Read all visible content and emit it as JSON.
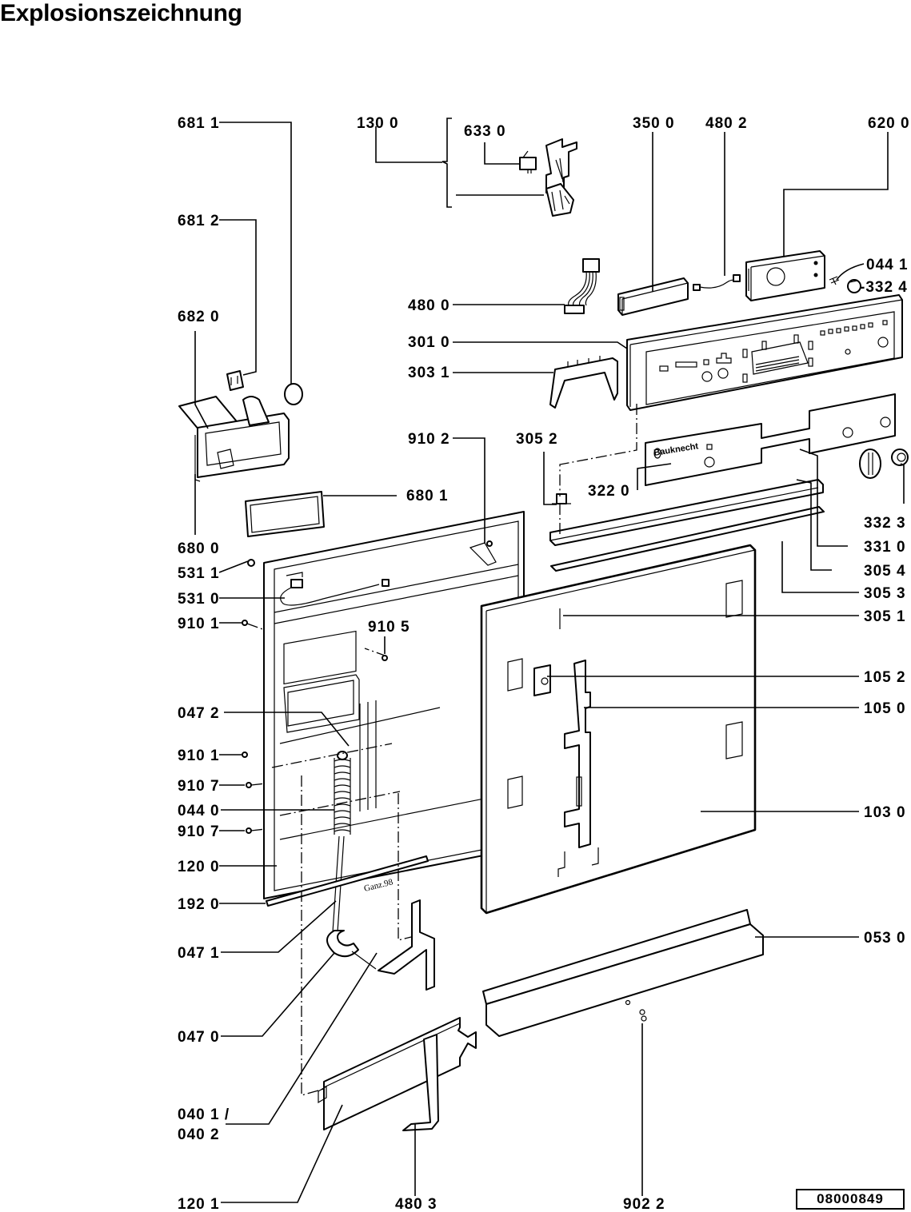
{
  "page": {
    "title": "Explosionszeichnung",
    "document_number": "08000849"
  },
  "diagram": {
    "type": "exploded-view parts diagram",
    "brand_on_panel": "Bauknecht",
    "stamp_text": "Ganz.98",
    "callouts": {
      "p681_1": "681 1",
      "p681_2": "681 2",
      "p682_0": "682 0",
      "p680_0": "680 0",
      "p680_1": "680 1",
      "p130_0": "130 0",
      "p633_0": "633 0",
      "p480_0": "480 0",
      "p350_0": "350 0",
      "p480_2": "480 2",
      "p620_0": "620 0",
      "p044_1": "044 1",
      "p332_4": "-332 4",
      "p301_0": "301 0",
      "p303_1": "303 1",
      "p910_2": "910 2",
      "p305_2": "305 2",
      "p322_0": "322 0",
      "p332_3": "332 3",
      "p331_0": "331 0",
      "p305_4": "305 4",
      "p305_3": "305 3",
      "p305_1": "305 1",
      "p531_1": "531 1",
      "p531_0": "531 0",
      "p910_1a": "910 1",
      "p910_5": "910 5",
      "p105_2": "105 2",
      "p105_0": "105 0",
      "p047_2": "047 2",
      "p910_1b": "910 1",
      "p910_7a": "910 7",
      "p044_0": "044 0",
      "p910_7b": "910 7",
      "p103_0": "103 0",
      "p120_0": "120 0",
      "p192_0": "192 0",
      "p047_1": "047 1",
      "p053_0": "053 0",
      "p047_0": "047 0",
      "p040_1": "040 1 /",
      "p040_2": "040 2",
      "p120_1": "120 1",
      "p480_3": "480 3",
      "p902_2": "902 2"
    }
  }
}
